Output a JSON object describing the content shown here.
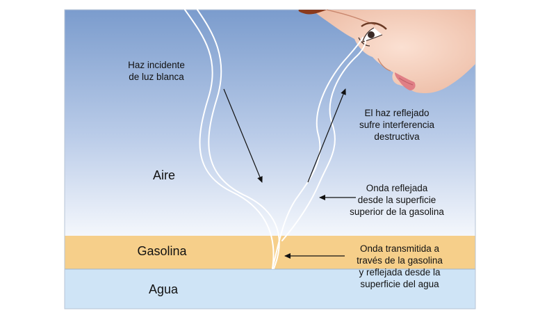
{
  "regions": {
    "aire": "Aire",
    "gasolina": "Gasolina",
    "agua": "Agua"
  },
  "annotations": {
    "incident": [
      "Haz incidente",
      "de luz blanca"
    ],
    "reflected_beam": [
      "El haz reflejado",
      "sufre interferencia",
      "destructiva"
    ],
    "top_reflection": [
      "Onda reflejada",
      "desde la superficie",
      "superior de la gasolina"
    ],
    "transmitted": [
      "Onda transmitida a",
      "través de la gasolina",
      "y reflejada desde la",
      "superficie del agua"
    ]
  },
  "colors": {
    "sky_top": "#7f9fcf",
    "sky_bottom": "#f2f5fb",
    "gasoline": "#f6cf8a",
    "water": "#cfe4f6",
    "skin": "#f7d3c1",
    "hair": "#8b3a1c",
    "lips": "#e07f86"
  },
  "icons": [
    "face-illustration",
    "arrow-icon"
  ]
}
